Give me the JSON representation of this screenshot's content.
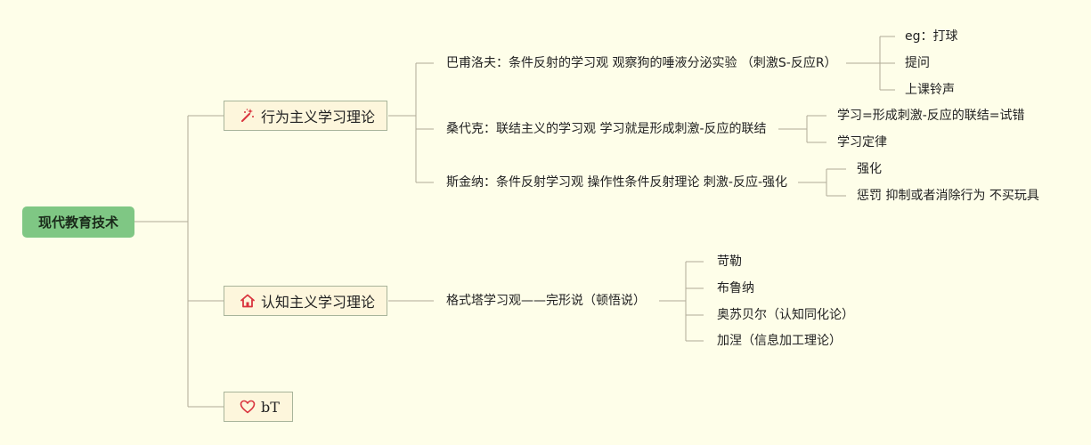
{
  "root": {
    "label": "现代教育技术"
  },
  "branches": [
    {
      "label": "行为主义学习理论",
      "icon": "magic-wand-icon",
      "children": [
        {
          "label": "巴甫洛夫：条件反射的学习观 观察狗的唾液分泌实验 （刺激S-反应R）",
          "children": [
            "eg：打球",
            "提问",
            "上课铃声"
          ]
        },
        {
          "label": "桑代克：联结主义的学习观 学习就是形成刺激-反应的联结",
          "children": [
            "学习=形成刺激-反应的联结=试错",
            "学习定律"
          ]
        },
        {
          "label": "斯金纳：条件反射学习观 操作性条件反射理论 刺激-反应-强化",
          "children": [
            "强化",
            "惩罚 抑制或者消除行为 不买玩具"
          ]
        }
      ]
    },
    {
      "label": "认知主义学习理论",
      "icon": "house-icon",
      "children": [
        {
          "label": "格式塔学习观——完形说（顿悟说）",
          "children": [
            "苛勒",
            "布鲁纳",
            "奥苏贝尔（认知同化论）",
            "加涅（信息加工理论）"
          ]
        }
      ]
    },
    {
      "label": "bT",
      "icon": "heart-icon",
      "children": []
    }
  ],
  "colors": {
    "background": "#fefee9",
    "root_fill": "#7fc784",
    "branch_fill": "#fdf6dc",
    "branch_border": "#a8b49a",
    "connector": "#b0ab98",
    "icon_red": "#d9343e"
  }
}
